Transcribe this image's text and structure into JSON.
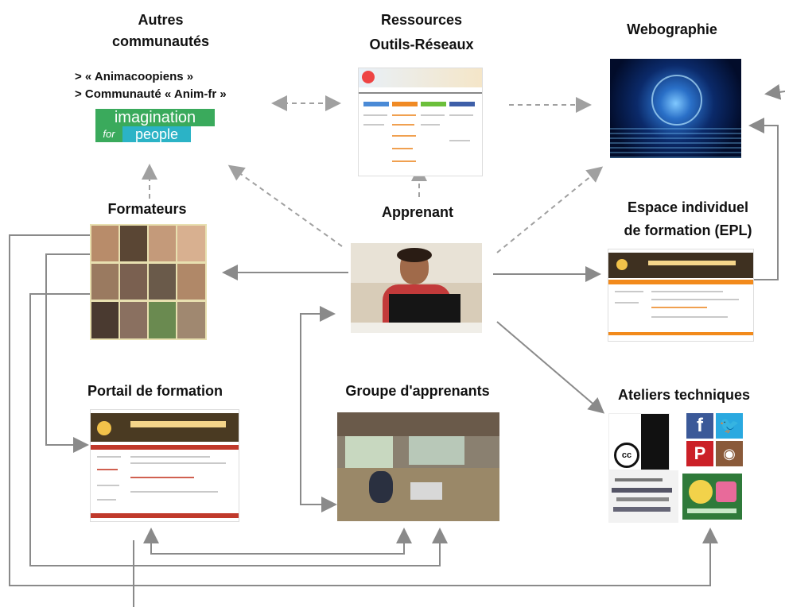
{
  "nodes": {
    "autres": {
      "title_1": "Autres",
      "title_2": "communautés",
      "item_1": "> « Animacoopiens »",
      "item_2": "> Communauté « Anim-fr »",
      "logo_1": "imagination",
      "logo_2a": "for",
      "logo_2b": "people"
    },
    "ressources": {
      "title_1": "Ressources",
      "title_2": "Outils-Réseaux"
    },
    "webographie": {
      "title": "Webographie"
    },
    "formateurs": {
      "title": "Formateurs"
    },
    "apprenant": {
      "title": "Apprenant"
    },
    "espace": {
      "title_1": "Espace individuel",
      "title_2": "de formation (EPL)"
    },
    "portail": {
      "title": "Portail de formation"
    },
    "groupe": {
      "title": "Groupe d'apprenants"
    },
    "ateliers": {
      "title": "Ateliers techniques"
    }
  },
  "colors": {
    "solid_arrow": "#8a8a8a",
    "dashed_arrow": "#9a9a9a",
    "banner": "#4a3a22",
    "orange": "#f28a1c",
    "red_bar": "#c0392b"
  },
  "icons": [
    "facebook-icon",
    "twitter-icon",
    "pinterest-icon",
    "instagram-icon",
    "creative-commons-icon"
  ]
}
